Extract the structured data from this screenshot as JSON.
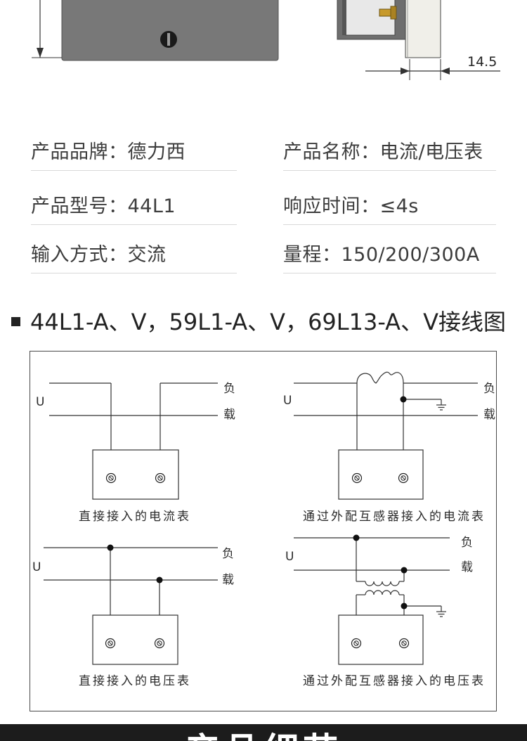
{
  "dimension": {
    "value": "14.5"
  },
  "specs": [
    {
      "label": "产品品牌：",
      "value": "德力西"
    },
    {
      "label": "产品名称：",
      "value": "电流/电压表"
    },
    {
      "label": "产品型号：",
      "value": "44L1"
    },
    {
      "label": "响应时间：",
      "value": "≤4s"
    },
    {
      "label": "输入方式：",
      "value": "交流"
    },
    {
      "label": "量程：",
      "value": "150/200/300A"
    }
  ],
  "section": {
    "title": "44L1-A、V，59L1-A、V，69L13-A、V接线图"
  },
  "diagrams": {
    "u_label": "U",
    "load_top": "负",
    "load_bottom": "载",
    "captions": [
      "直接接入的电流表",
      "通过外配互感器接入的电流表",
      "直接接入的电压表",
      "通过外配互感器接入的电压表"
    ]
  },
  "footer": {
    "title": "产品细节"
  },
  "colors": {
    "panel_gray": "#777777",
    "frame": "#4a4a4a",
    "footer_bg": "#1c1c1c"
  }
}
